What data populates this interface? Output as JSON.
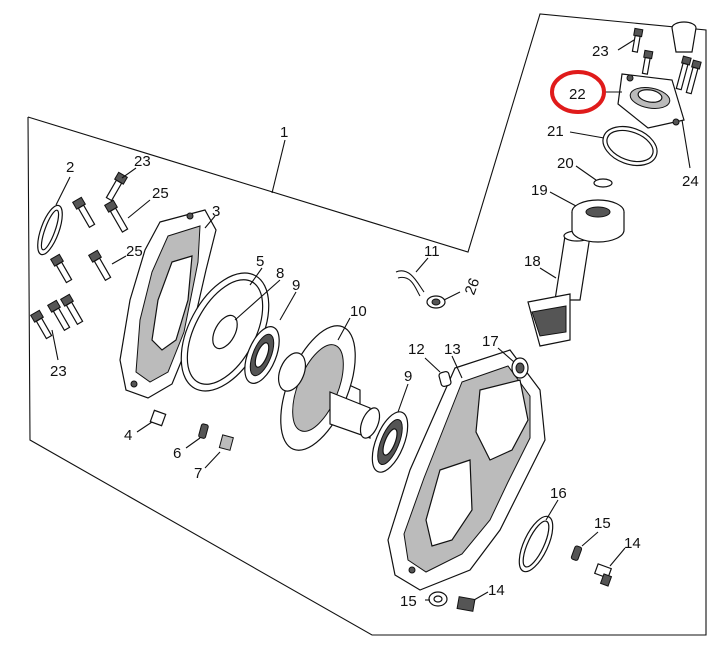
{
  "diagram": {
    "labels": {
      "p1": "1",
      "p2": "2",
      "p3": "3",
      "p4": "4",
      "p5": "5",
      "p6": "6",
      "p7": "7",
      "p8": "8",
      "p9a": "9",
      "p9b": "9",
      "p10": "10",
      "p11": "11",
      "p12": "12",
      "p13": "13",
      "p14a": "14",
      "p14b": "14",
      "p15a": "15",
      "p15b": "15",
      "p16": "16",
      "p17": "17",
      "p18": "18",
      "p19": "19",
      "p20": "20",
      "p21": "21",
      "p22": "22",
      "p23a": "23",
      "p23b": "23",
      "p23c": "23",
      "p24": "24",
      "p25a": "25",
      "p25b": "25",
      "p26": "26"
    },
    "highlight": {
      "label_key": "p22",
      "color": "#e01b1b"
    }
  }
}
